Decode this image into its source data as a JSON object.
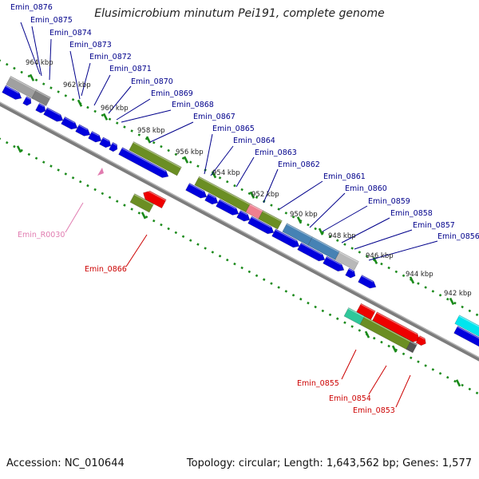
{
  "title": "Elusimicrobium minutum Pei191, complete genome",
  "footer": {
    "accession": "Accession: NC_010644",
    "topology": "Topology: circular; Length: 1,643,562 bp; Genes: 1,577"
  },
  "colors": {
    "gene_blue": "#0000dd",
    "olive": "#6b8e23",
    "red": "#ee0000",
    "gray": "#a0a0a0",
    "teal": "#2fc79a",
    "cyan": "#00e5ee",
    "steel": "#4682b4",
    "pink": "#ee7f8f",
    "tick_green": "#1a8a1a",
    "label_blue": "#00008b",
    "label_red": "#cc0000",
    "label_pink": "#e17cb0"
  },
  "kbp_labels": [
    "964 kbp",
    "962 kbp",
    "960 kbp",
    "958 kbp",
    "956 kbp",
    "954 kbp",
    "952 kbp",
    "950 kbp",
    "948 kbp",
    "946 kbp",
    "944 kbp",
    "942 kbp"
  ],
  "gene_labels": [
    {
      "text": "Emin_0876",
      "kind": "blue"
    },
    {
      "text": "Emin_0875",
      "kind": "blue"
    },
    {
      "text": "Emin_0874",
      "kind": "blue"
    },
    {
      "text": "Emin_0873",
      "kind": "blue"
    },
    {
      "text": "Emin_0872",
      "kind": "blue"
    },
    {
      "text": "Emin_0871",
      "kind": "blue"
    },
    {
      "text": "Emin_0870",
      "kind": "blue"
    },
    {
      "text": "Emin_0869",
      "kind": "blue"
    },
    {
      "text": "Emin_0868",
      "kind": "blue"
    },
    {
      "text": "Emin_0867",
      "kind": "blue"
    },
    {
      "text": "Emin_0865",
      "kind": "blue"
    },
    {
      "text": "Emin_0864",
      "kind": "blue"
    },
    {
      "text": "Emin_0863",
      "kind": "blue"
    },
    {
      "text": "Emin_0862",
      "kind": "blue"
    },
    {
      "text": "Emin_0861",
      "kind": "blue"
    },
    {
      "text": "Emin_0860",
      "kind": "blue"
    },
    {
      "text": "Emin_0859",
      "kind": "blue"
    },
    {
      "text": "Emin_0858",
      "kind": "blue"
    },
    {
      "text": "Emin_0857",
      "kind": "blue"
    },
    {
      "text": "Emin_0856",
      "kind": "blue"
    },
    {
      "text": "Emin_R0030",
      "kind": "pink"
    },
    {
      "text": "Emin_0866",
      "kind": "red"
    },
    {
      "text": "Emin_0855",
      "kind": "red"
    },
    {
      "text": "Emin_0854",
      "kind": "red"
    },
    {
      "text": "Emin_0853",
      "kind": "red"
    }
  ]
}
